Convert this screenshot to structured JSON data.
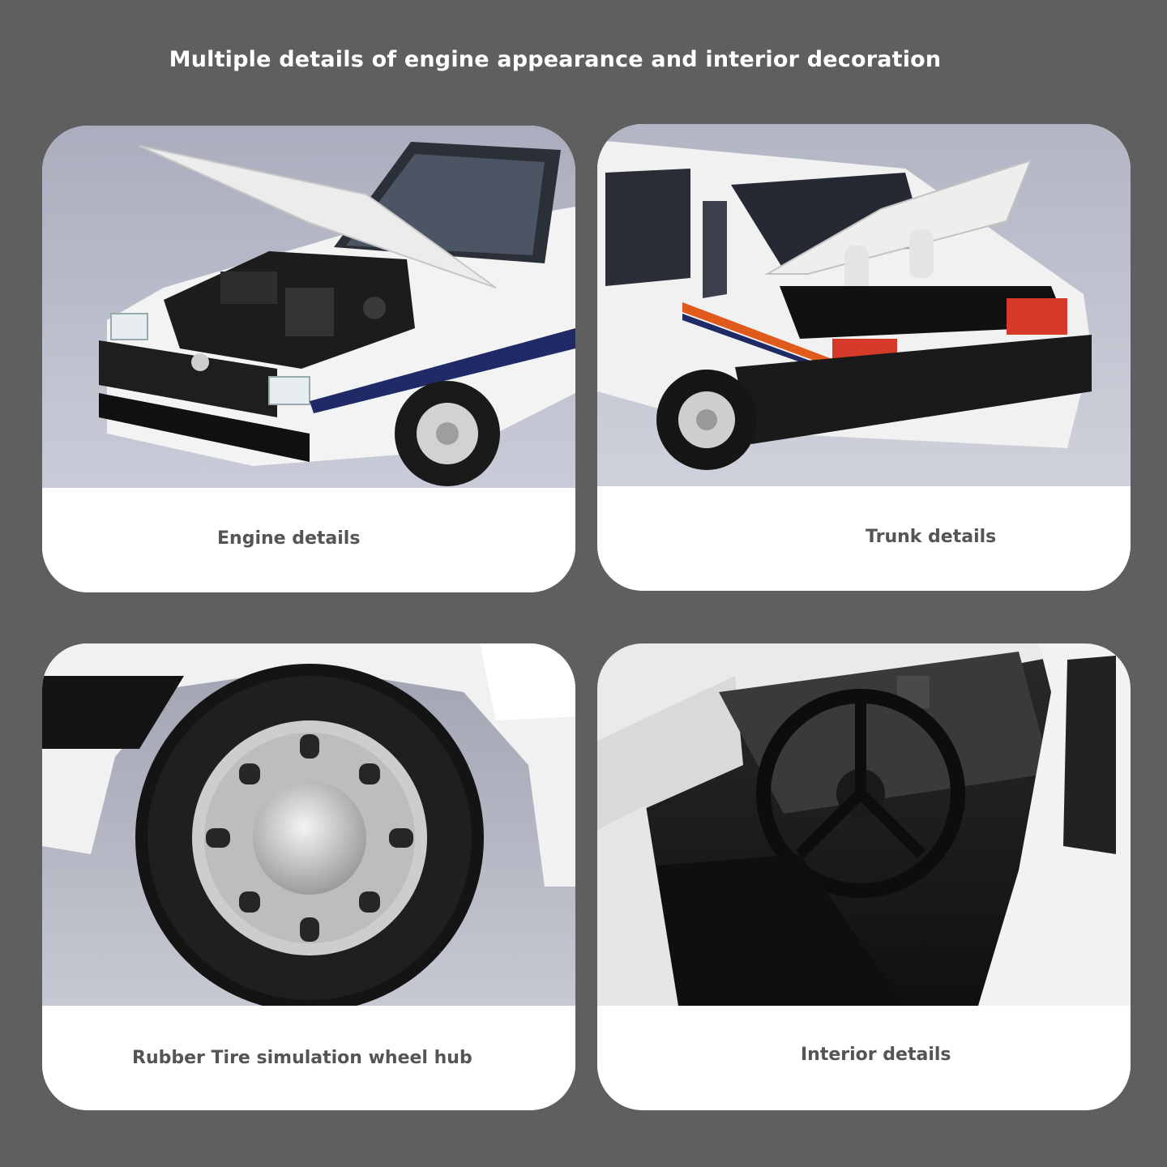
{
  "header": {
    "title": "Multiple details of engine appearance and interior decoration"
  },
  "cards": [
    {
      "caption": "Engine details"
    },
    {
      "caption": "Trunk details"
    },
    {
      "caption": "Rubber Tire simulation wheel hub"
    },
    {
      "caption": "Interior details"
    }
  ],
  "colors": {
    "page_background": "#5f5f5f",
    "card_background": "#ffffff",
    "caption_text": "#555555",
    "car_body": "#f2f2f2",
    "stripe_blue": "#1f2a66",
    "stripe_orange": "#e05a1c",
    "tail_light": "#d63a2a"
  }
}
